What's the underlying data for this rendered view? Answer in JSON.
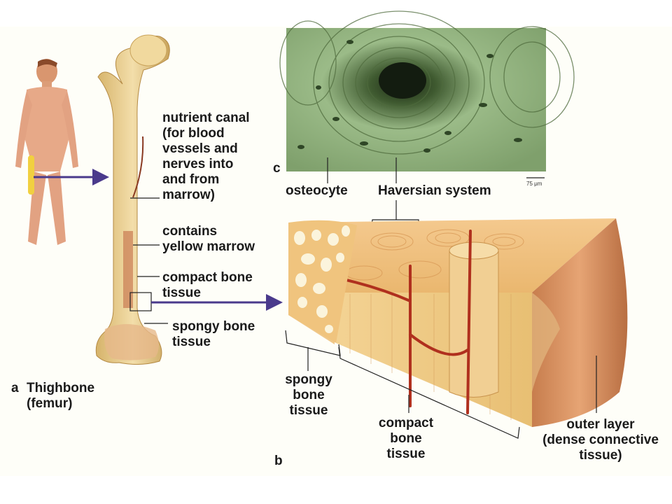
{
  "panels": {
    "a_letter": "a",
    "a_title": "Thighbone\n(femur)",
    "b_letter": "b",
    "c_letter": "c"
  },
  "labels": {
    "nutrient_canal": "nutrient canal\n(for blood\nvessels and\nnerves into\nand from\nmarrow)",
    "yellow_marrow": "contains\nyellow marrow",
    "compact_femur": "compact bone\ntissue",
    "spongy_femur": "spongy bone\ntissue",
    "osteocyte": "osteocyte",
    "haversian": "Haversian system",
    "scale_bar": "75 μm",
    "spongy_block": "spongy\nbone\ntissue",
    "compact_block": "compact\nbone\ntissue",
    "outer_layer": "outer layer\n(dense connective\ntissue)"
  },
  "colors": {
    "bone": "#e9cf8e",
    "bone_shade": "#c9a45c",
    "micrograph": "#8fb07d",
    "arrow": "#4a3a8c",
    "vessel": "#b0301e",
    "skin": "#e7a988"
  }
}
